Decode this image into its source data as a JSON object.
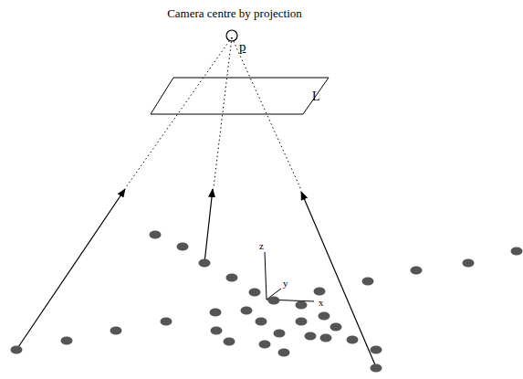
{
  "diagram": {
    "labels": [
      "Camera centre by projection",
      "p",
      "L",
      "z",
      "y",
      "x"
    ]
  }
}
